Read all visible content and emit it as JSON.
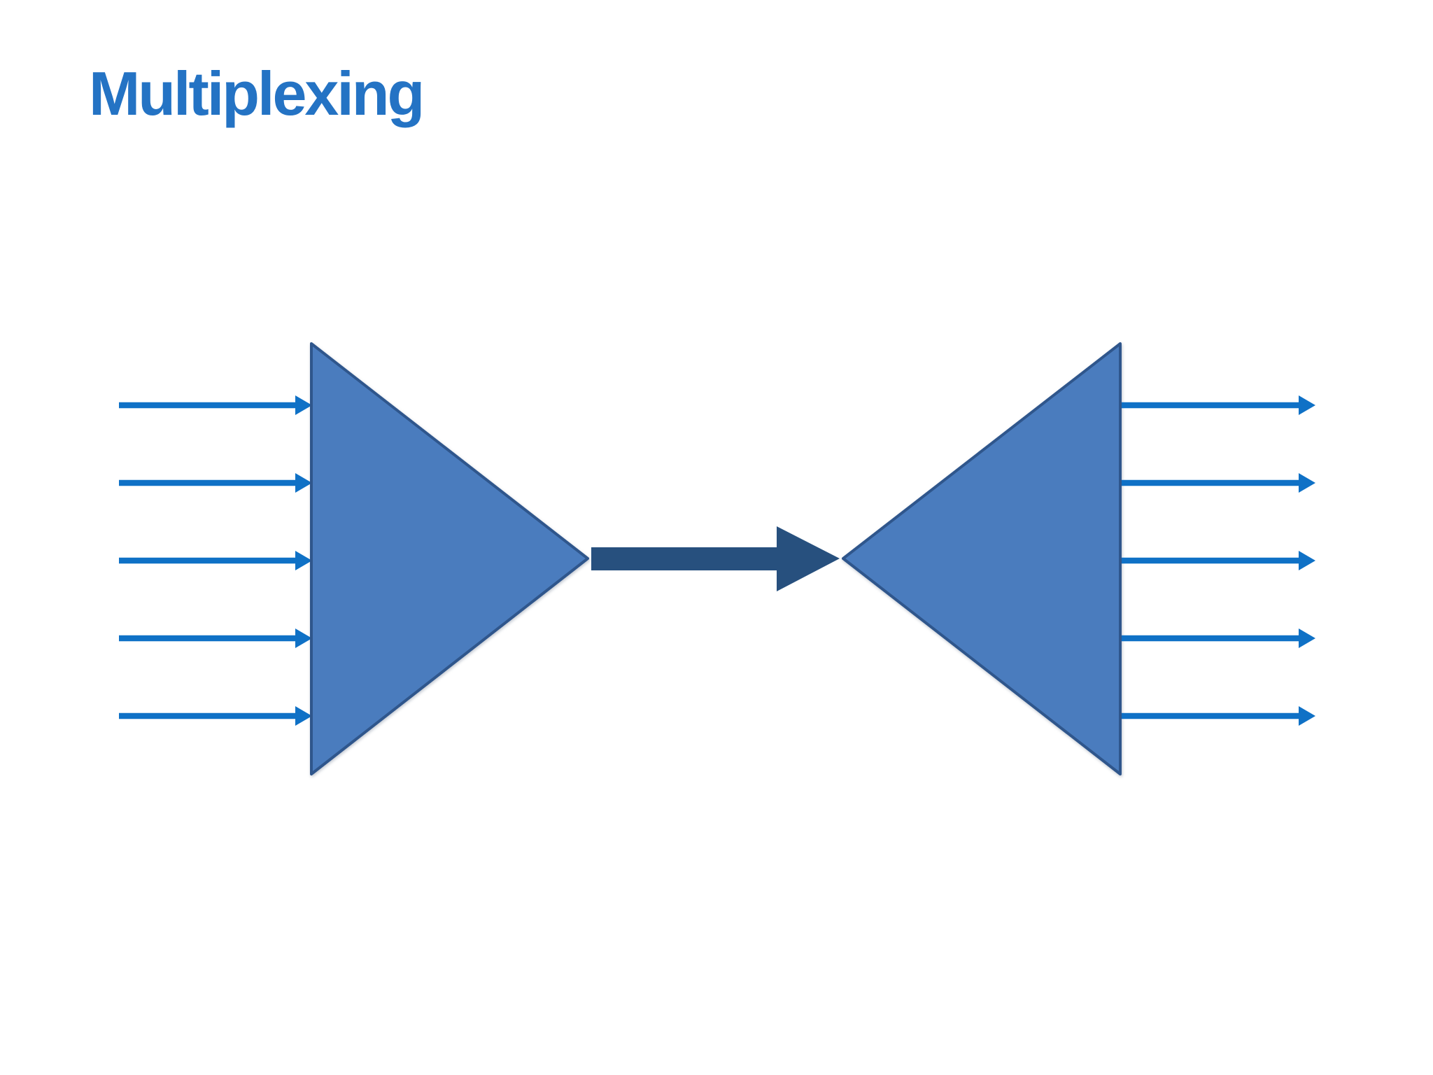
{
  "title": {
    "text": "Multiplexing"
  },
  "colors": {
    "background": "#FFFFFF",
    "title": "#2473C4",
    "io_arrow": "#0F71C6",
    "shape_fill": "#4A7CBE",
    "shape_stroke": "#2F568C",
    "channel_arrow": "#27507E"
  },
  "diagram": {
    "input_arrow_count": 5,
    "output_arrow_count": 5
  }
}
